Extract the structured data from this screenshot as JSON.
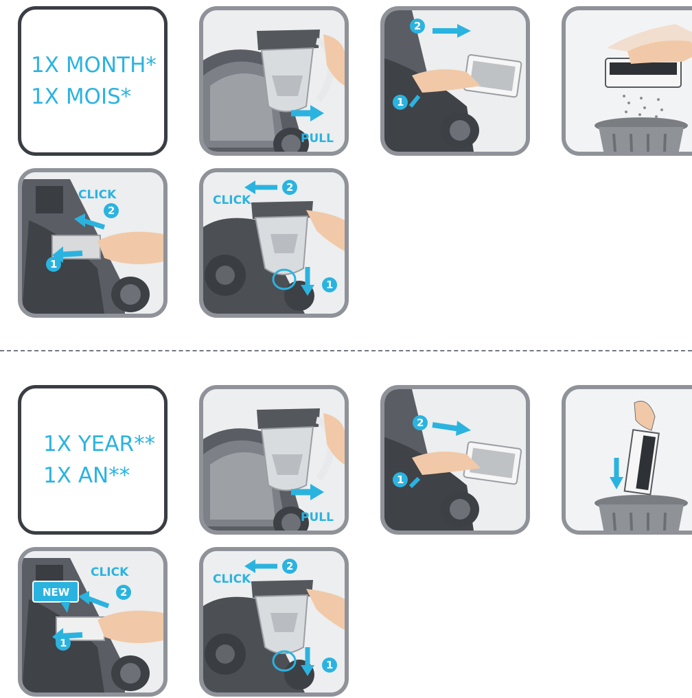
{
  "monthly": {
    "frequency_lines": [
      "1X MONTH*",
      "1X MOIS*"
    ],
    "step1_label": "PULL",
    "step2_badges": [
      "2",
      "1"
    ],
    "step5_label": "CLICK",
    "step5_badges": [
      "2",
      "1"
    ],
    "step6_label": "CLICK",
    "step6_badges": [
      "2",
      "1"
    ]
  },
  "yearly": {
    "frequency_lines": [
      "1X YEAR**",
      "1X AN**"
    ],
    "step1_label": "PULL",
    "step2_badges": [
      "2",
      "1"
    ],
    "step5_label": "CLICK",
    "step5_tag": "NEW",
    "step5_badges": [
      "2",
      "1"
    ],
    "step6_label": "CLICK",
    "step6_badges": [
      "2",
      "1"
    ]
  },
  "colors": {
    "accent": "#2bb3e0",
    "frame": "#8f9299",
    "text_frame": "#3a3d43"
  }
}
